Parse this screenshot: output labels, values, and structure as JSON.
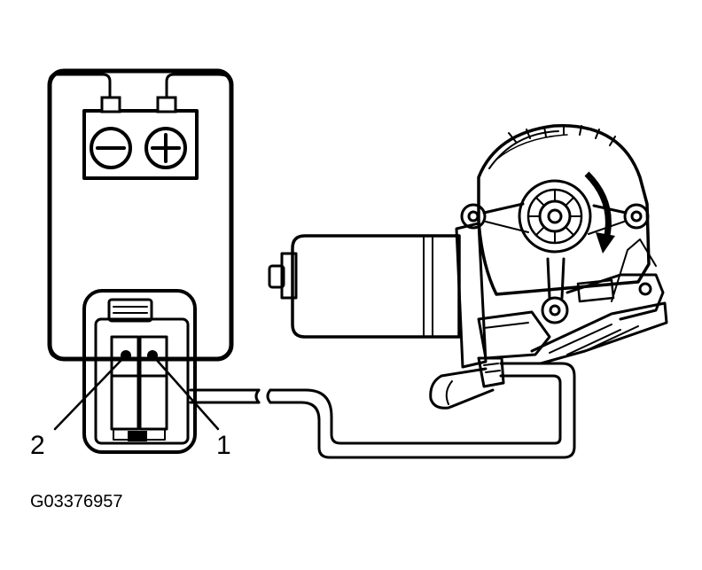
{
  "callouts": {
    "terminal_2": "2",
    "terminal_1": "1"
  },
  "figure_id": "G03376957",
  "battery": {
    "negative_symbol": "minus-icon",
    "positive_symbol": "plus-icon"
  },
  "colors": {
    "ink": "#000000",
    "background": "#ffffff"
  }
}
